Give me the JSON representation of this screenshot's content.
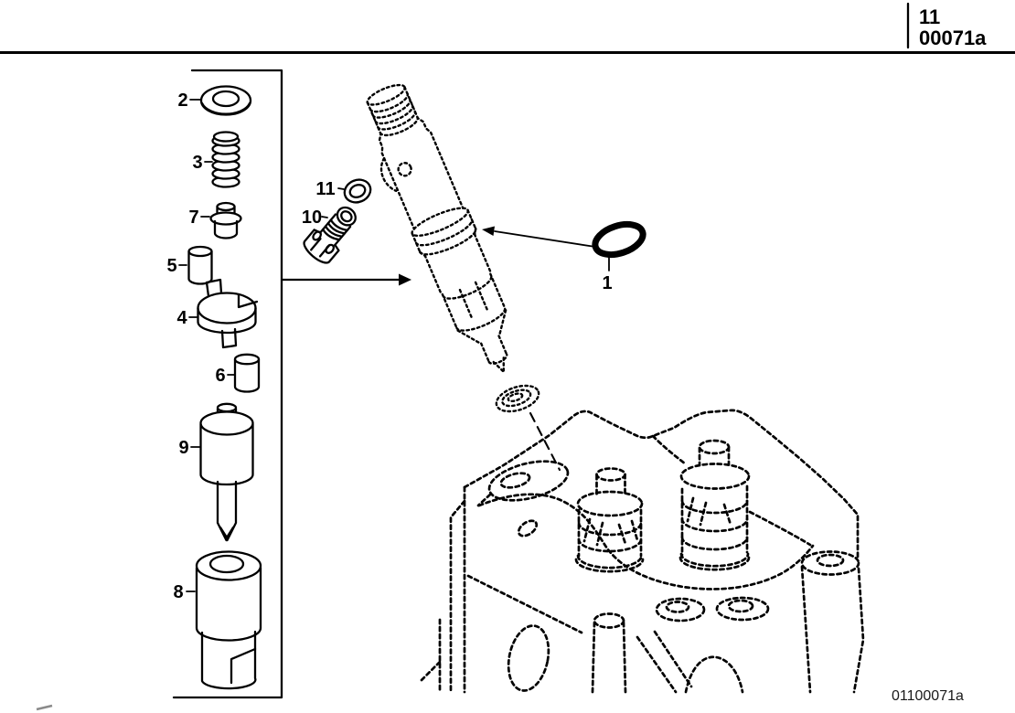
{
  "header": {
    "section": "11",
    "code": "00071a"
  },
  "footer": {
    "drawing_code": "01100071a"
  },
  "callouts": {
    "1": "1",
    "2": "2",
    "3": "3",
    "4": "4",
    "5": "5",
    "6": "6",
    "7": "7",
    "8": "8",
    "9": "9",
    "10": "10",
    "11": "11"
  },
  "colors": {
    "ink": "#000000",
    "paper": "#ffffff"
  }
}
